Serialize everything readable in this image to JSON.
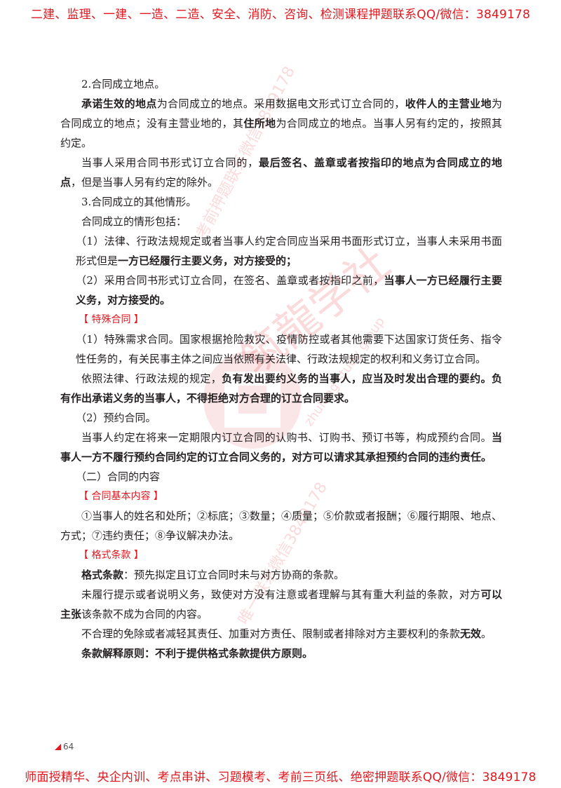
{
  "header_banner": "二建、监理、一建、一造、二造、安全、消防、咨询、检测课程押题联系QQ/微信：3849178",
  "footer_banner": "师面授精华、央企内训、考点串讲、习题模考、考前三页纸、绝密押题联系QQ/微信：3849178",
  "watermark": {
    "line1": "考前押题联系微信3849178",
    "brand": "筑龍学社",
    "sub": "zhulong study group",
    "line2": "唯一联系微信3849178"
  },
  "page_number": "64",
  "s1": {
    "title": "2.合同成立地点。"
  },
  "p1": {
    "b1": "承诺生效的地点",
    "t1": "为合同成立的地点。采用数据电文形式订立合同的，",
    "b2": "收件人的主营业地",
    "t2": "为合同成立的地点；没有主营业地的，其",
    "b3": "住所地",
    "t3": "为合同成立的地点。当事人另有约定的，按照其约定。"
  },
  "p2": {
    "t1": "当事人采用合同书形式订立合同的，",
    "b1": "最后签名、盖章或者按指印的地点为合同成立的地点",
    "t2": "，但是当事人另有约定的除外。"
  },
  "s2": {
    "title": "3.合同成立的其他情形。"
  },
  "p3": {
    "text": "合同成立的情形包括："
  },
  "p4": {
    "t1": "（1）法律、行政法规规定或者当事人约定合同应当采用书面形式订立，当事人未采用书面形式但是",
    "b1": "一方已经履行主要义务，对方接受的；"
  },
  "p5": {
    "t1": "（2）采用合同书形式订立合同，在签名、盖章或者按指印之前，",
    "b1": "当事人一方已经履行主要义务，对方接受的。"
  },
  "tag1": {
    "label": "特殊合同"
  },
  "p6": {
    "text": "（1）特殊需求合同。国家根据抢险救灾、疫情防控或者其他需要下达国家订货任务、指令性任务的，有关民事主体之间应当依照有关法律、行政法规规定的权利和义务订立合同。"
  },
  "p7": {
    "t1": "依照法律、行政法规的规定，",
    "b1": "负有发出要约义务的当事人，应当及时发出合理的要约。负有作出承诺义务的当事人，不得拒绝对方合理的订立合同要求。"
  },
  "p8": {
    "text": "（2）预约合同。"
  },
  "p9": {
    "t1": "当事人约定在将来一定期限内订立合同的认购书、订购书、预订书等，构成预约合同。",
    "b1": "当事人一方不履行预约合同约定的订立合同义务的，对方可以请求其承担预约合同的违约责任。"
  },
  "p10": {
    "text": "（二）合同的内容"
  },
  "tag2": {
    "label": "合同基本内容"
  },
  "p11": {
    "text": "①当事人的姓名和处所；②标底；③数量；④质量；⑤价款或者报酬；⑥履行期限、地点、方式；⑦违约责任；⑧争议解决办法。"
  },
  "tag3": {
    "label": "格式条款"
  },
  "p12": {
    "b1": "格式条款",
    "t1": "：预先拟定且订立合同时未与对方协商的条款。"
  },
  "p13": {
    "t1": "未履行提示或者说明义务，致使对方没有注意或者理解与其有重大利益的条款，对方",
    "b1": "可以主张",
    "t2": "该条款不成为合同的内容。"
  },
  "p14": {
    "t1": "不合理的免除或者减轻其责任、加重对方责任、限制或者排除对方主要权利的条款",
    "b1": "无效",
    "t2": "。"
  },
  "p15": {
    "b1": "条款解释原则：不利于提供格式条款提供方原则。"
  }
}
